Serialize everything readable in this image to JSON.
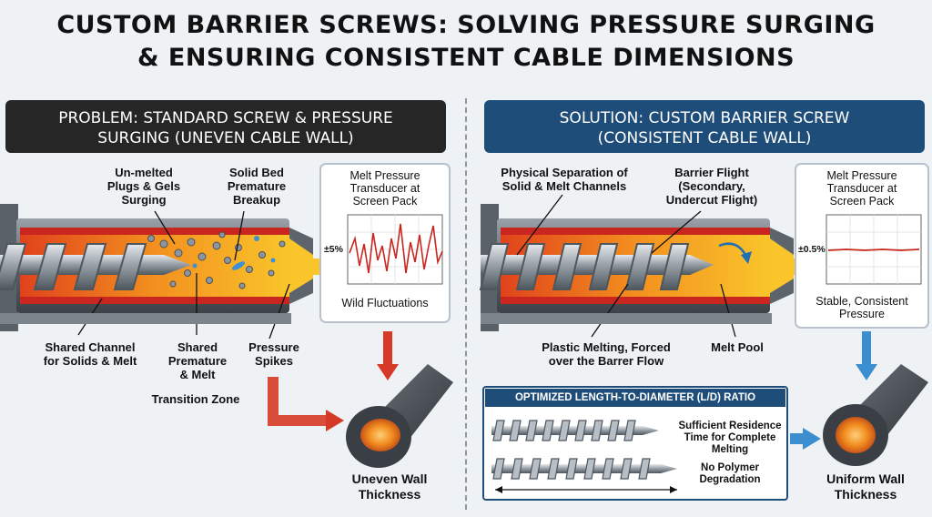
{
  "title": {
    "line1": "CUSTOM BARRIER SCREWS: SOLVING PRESSURE SURGING",
    "line2": "& ENSURING CONSISTENT CABLE DIMENSIONS"
  },
  "problem": {
    "banner_line1": "PROBLEM: STANDARD SCREW & PRESSURE",
    "banner_line2": "SURGING (UNEVEN CABLE WALL)",
    "label_unmelted_1": "Un-melted",
    "label_unmelted_2": "Plugs & Gels",
    "label_unmelted_3": "Surging",
    "label_solidbed_1": "Solid Bed",
    "label_solidbed_2": "Premature",
    "label_solidbed_3": "Breakup",
    "label_shared_channel_1": "Shared Channel",
    "label_shared_channel_2": "for Solids & Melt",
    "label_shared_premature_1": "Shared",
    "label_shared_premature_2": "Premature",
    "label_shared_premature_3": "& Melt",
    "label_pressure_spikes_1": "Pressure",
    "label_pressure_spikes_2": "Spikes",
    "label_transition_zone": "Transition Zone",
    "chart_title_1": "Melt Pressure",
    "chart_title_2": "Transducer at",
    "chart_title_3": "Screen Pack",
    "chart_scale": "±5%",
    "chart_note": "Wild Fluctuations",
    "result_1": "Uneven Wall",
    "result_2": "Thickness"
  },
  "solution": {
    "banner_line1": "SOLUTION: CUSTOM BARRIER SCREW",
    "banner_line2": "(CONSISTENT CABLE WALL)",
    "label_separation_1": "Physical Separation of",
    "label_separation_2": "Solid & Melt Channels",
    "label_barrier_1": "Barrier Flight",
    "label_barrier_2": "(Secondary,",
    "label_barrier_3": "Undercut Flight)",
    "label_melting_1": "Plastic Melting, Forced",
    "label_melting_2": "over the Barrer Flow",
    "label_melt_pool": "Melt Pool",
    "chart_title_1": "Melt Pressure",
    "chart_title_2": "Transducer at",
    "chart_title_3": "Screen Pack",
    "chart_scale": "±0.5%",
    "chart_note_1": "Stable, Consistent",
    "chart_note_2": "Pressure",
    "ld_title": "OPTIMIZED LENGTH-TO-DIAMETER (L/D) RATIO",
    "ld_text1_1": "Sufficient Residence",
    "ld_text1_2": "Time for Complete",
    "ld_text1_3": "Melting",
    "ld_text2_1": "No Polymer",
    "ld_text2_2": "Degradation",
    "result_1": "Uniform Wall",
    "result_2": "Thickness"
  },
  "colors": {
    "problem_banner": "#262626",
    "solution_banner": "#1f4d7a",
    "problem_arrow": "#d63a26",
    "solution_arrow": "#3b8fd0",
    "melt_orange": "#f08a1c",
    "barrel_red": "#c8261e"
  }
}
